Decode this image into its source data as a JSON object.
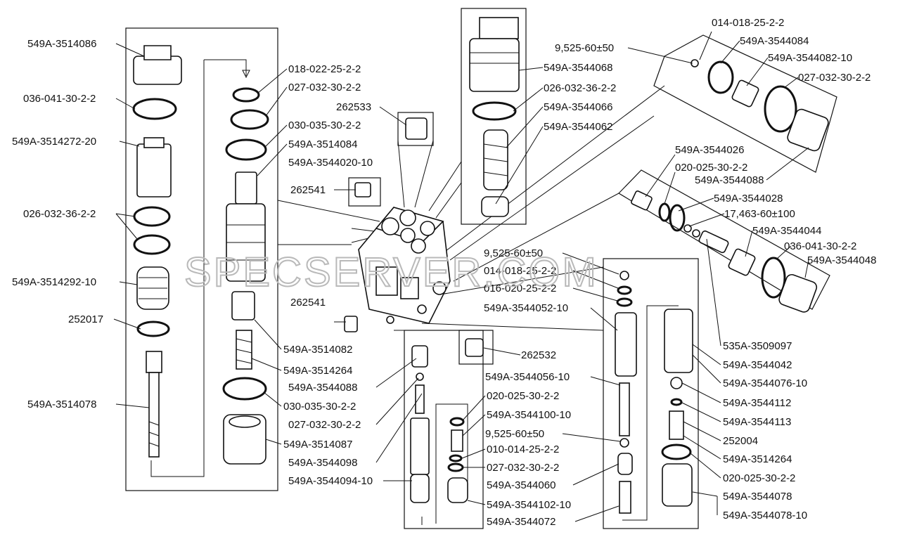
{
  "watermark": "SPECSERVER.COM",
  "labels": {
    "l01": "549A-3514086",
    "l02": "036-041-30-2-2",
    "l03": "549A-3514272-20",
    "l04": "026-032-36-2-2",
    "l05": "549A-3514292-10",
    "l06": "252017",
    "l07": "549A-3514078",
    "l08": "018-022-25-2-2",
    "l09": "027-032-30-2-2",
    "l10": "030-035-30-2-2",
    "l11": "549A-3514084",
    "l12": "549A-3544020-10",
    "l13": "262533",
    "l14": "262541",
    "l15": "549A-3544068",
    "l16": "026-032-36-2-2",
    "l17": "549A-3544066",
    "l18": "549A-3544062",
    "l19": "9,525-60±50",
    "l20": "014-018-25-2-2",
    "l21": "549A-3544084",
    "l22": "549A-3544082-10",
    "l23": "027-032-30-2-2",
    "l24": "549A-3544088",
    "l25": "549A-3544026",
    "l26": "020-025-30-2-2",
    "l27": "549A-3544028",
    "l28": "17,463-60±100",
    "l29": "549A-3544044",
    "l30": "036-041-30-2-2",
    "l31": "549A-3544048",
    "l32": "9,525-60±50",
    "l33": "014-018-25-2-2",
    "l34": "016-020-25-2-2",
    "l35": "549A-3544052-10",
    "l36": "262541",
    "l37": "262532",
    "l38": "549A-3514082",
    "l39": "549A-3514264",
    "l40": "549A-3544088",
    "l41": "030-035-30-2-2",
    "l42": "027-032-30-2-2",
    "l43": "549A-3514087",
    "l44": "549A-3544098",
    "l45": "549A-3544094-10",
    "l46": "549A-3544056-10",
    "l47": "020-025-30-2-2",
    "l48": "549A-3544100-10",
    "l49": "9,525-60±50",
    "l50": "010-014-25-2-2",
    "l51": "027-032-30-2-2",
    "l52": "549A-3544060",
    "l53": "549A-3544102-10",
    "l54": "549A-3544072",
    "l55": "535A-3509097",
    "l56": "549A-3544042",
    "l57": "549A-3544076-10",
    "l58": "549A-3544112",
    "l59": "549A-3544113",
    "l60": "252004",
    "l61": "549A-3514264",
    "l62": "020-025-30-2-2",
    "l63": "549A-3544078",
    "l64": "549A-3544078-10"
  }
}
